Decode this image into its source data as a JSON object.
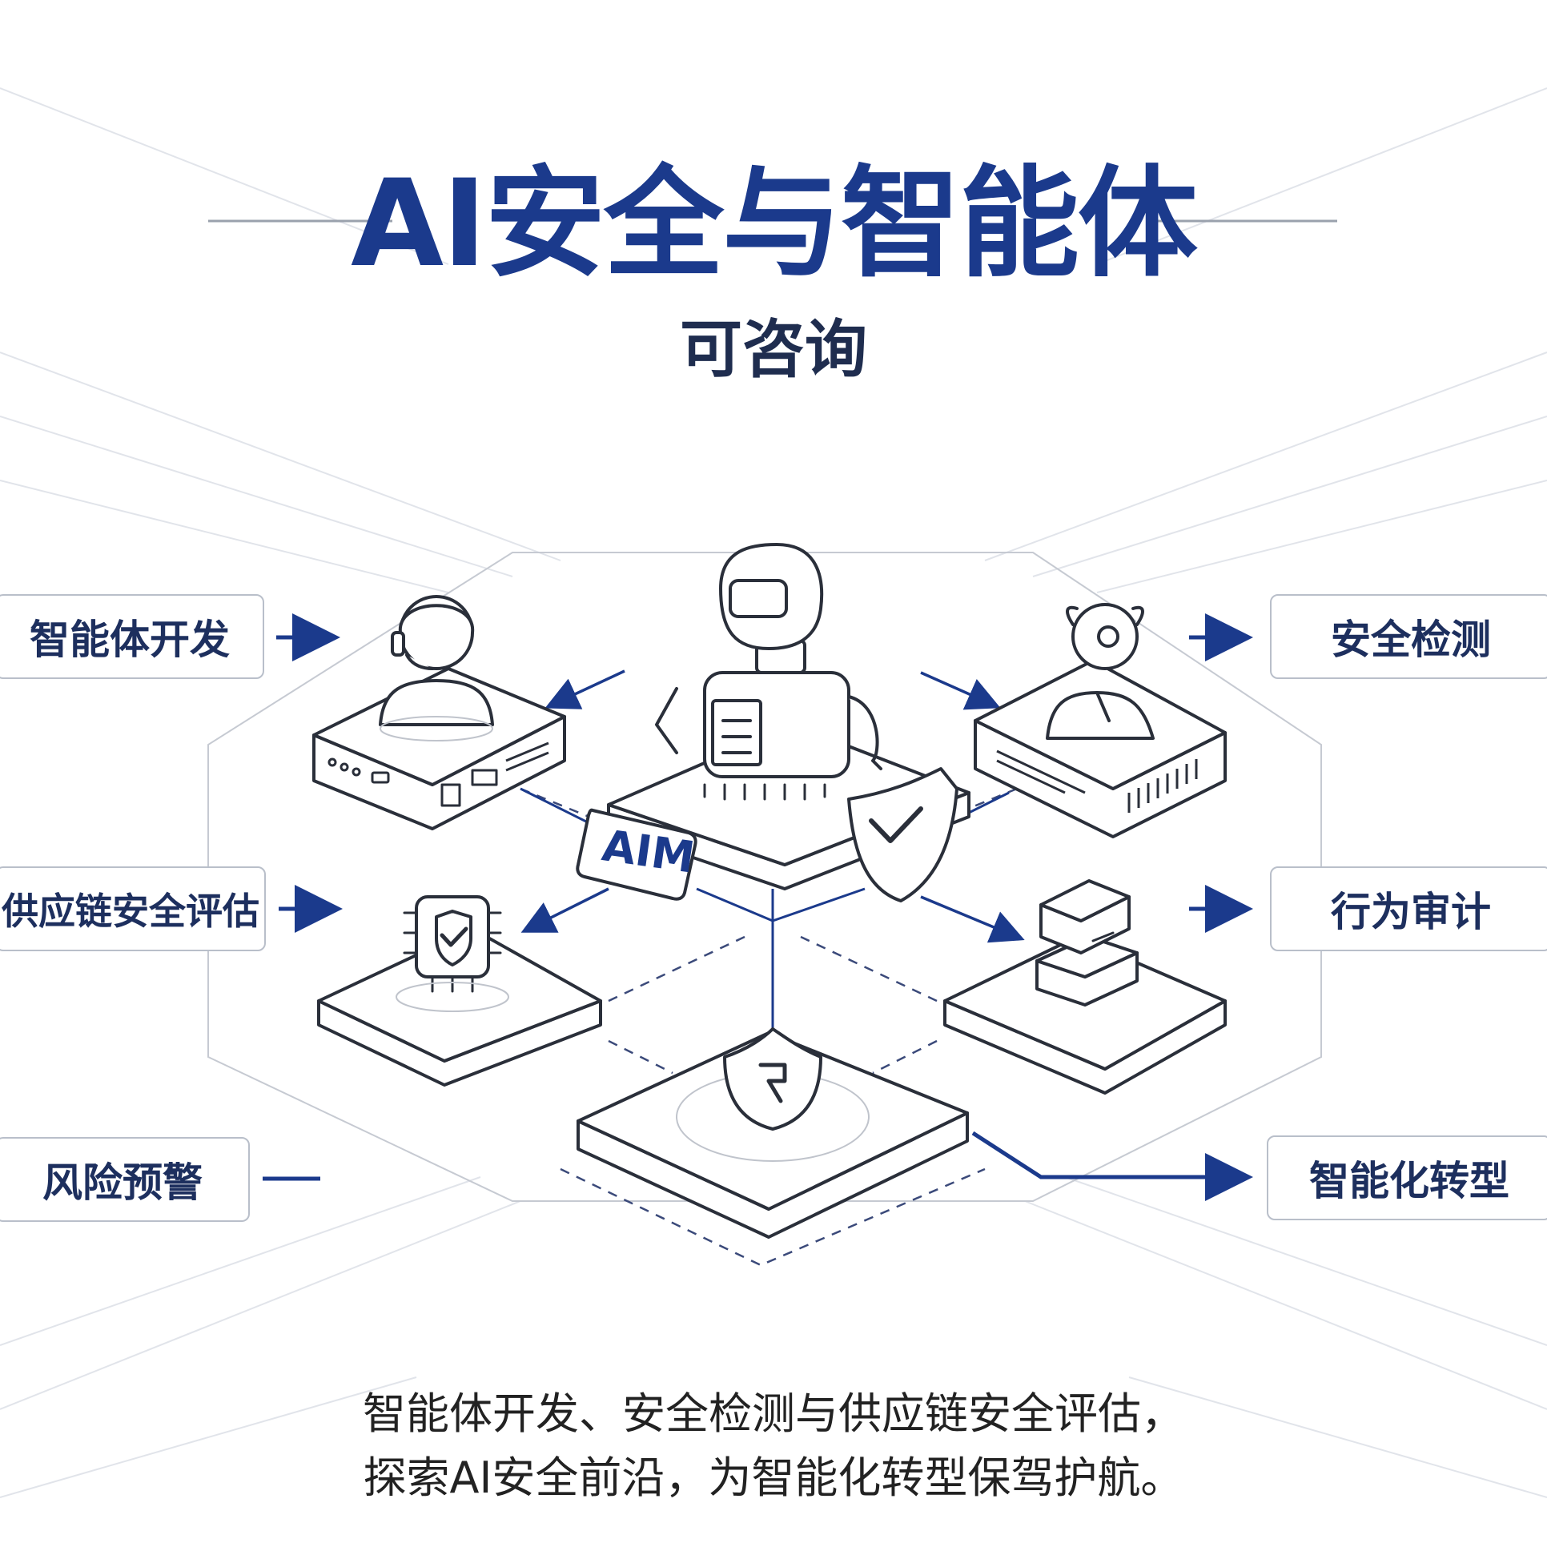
{
  "title": "AI安全与智能体",
  "subtitle": "可咨询",
  "center_badge": "AIM",
  "left_labels": [
    "智能体开发",
    "供应链安全评估",
    "风险预警"
  ],
  "right_labels": [
    "安全检测",
    "行为审计",
    "智能化转型"
  ],
  "caption_lines": [
    "智能体开发、安全检测与供应链安全评估，",
    "探索AI安全前沿，为智能化转型保驾护航。"
  ],
  "colors": {
    "accent": "#1b3a8c",
    "line": "#2a2f3a",
    "frame": "#b9bfca",
    "text": "#1d2f5e"
  }
}
